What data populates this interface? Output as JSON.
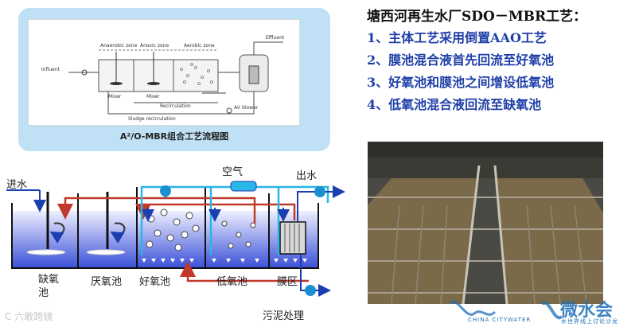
{
  "flow_chart": {
    "caption": "A²/O-MBR组合工艺流程图",
    "zone_labels": [
      "Anaerobic zone",
      "Anoxic zone",
      "Aerobic zone"
    ],
    "influent": "Influent",
    "effluent": "Effluent",
    "mixer": "Mixer",
    "recirculation": "Recirculation",
    "sludge_recirculation": "Sludge recirculation",
    "air_blower": "Air blower"
  },
  "heading": "塘西河再生水厂SDO－MBR工艺：",
  "points": [
    "1、主体工艺采用倒置AAO工艺",
    "2、膜池混合液首先回流至好氧池",
    "3、好氧池和膜池之间增设低氧池",
    "4、低氧池混合液回流至缺氧池"
  ],
  "schematic": {
    "inlet": "进水",
    "air": "空气",
    "outlet": "出水",
    "sludge": "污泥处理",
    "tanks": [
      "缺氧\n池",
      "厌氧池",
      "好氧池",
      "低氧池",
      "膜区"
    ]
  },
  "watermarks": {
    "left": "C 六敢跨镜",
    "brand_cn": "微水会",
    "brand_en": "CHINA CITYWATER",
    "slogan": "水世界线上讨论沙龙"
  },
  "colors": {
    "heading_text": "#111111",
    "point_text": "#1f3fa8",
    "pipe_cyan": "#29b6e8",
    "pipe_red": "#c0392b",
    "arrow_blue": "#1c3fb0",
    "tank_blue": "#3a4fd8"
  }
}
